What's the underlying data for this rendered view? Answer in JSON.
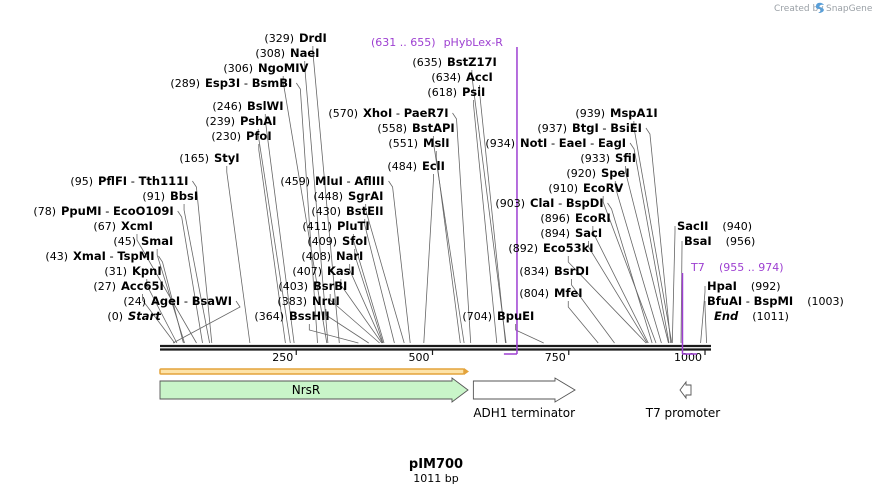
{
  "credit": {
    "text": "Created by",
    "brand": "SnapGene"
  },
  "plasmid": {
    "name": "pIM700",
    "length_label": "1011 bp",
    "length": 1011
  },
  "scale": {
    "ticks": [
      {
        "value": 250,
        "label": "250"
      },
      {
        "value": 500,
        "label": "500"
      },
      {
        "value": 750,
        "label": "750"
      },
      {
        "value": 1000,
        "label": "1000"
      }
    ]
  },
  "sites": [
    {
      "pos_label": "(0)",
      "name": "Start",
      "pos": 0,
      "italic": true
    },
    {
      "pos_label": "(24)",
      "name": "AgeI",
      "alt": "BsaWI",
      "pos": 24
    },
    {
      "pos_label": "(27)",
      "name": "Acc65I",
      "pos": 27
    },
    {
      "pos_label": "(31)",
      "name": "KpnI",
      "pos": 31
    },
    {
      "pos_label": "(43)",
      "name": "XmaI",
      "alt": "TspMI",
      "pos": 43
    },
    {
      "pos_label": "(45)",
      "name": "SmaI",
      "pos": 45
    },
    {
      "pos_label": "(67)",
      "name": "XcmI",
      "pos": 67
    },
    {
      "pos_label": "(78)",
      "name": "PpuMI",
      "alt": "EcoO109I",
      "pos": 78
    },
    {
      "pos_label": "(91)",
      "name": "BbsI",
      "pos": 91
    },
    {
      "pos_label": "(95)",
      "name": "PflFI",
      "alt": "Tth111I",
      "pos": 95
    },
    {
      "pos_label": "(165)",
      "name": "StyI",
      "pos": 165
    },
    {
      "pos_label": "(230)",
      "name": "PfoI",
      "pos": 230
    },
    {
      "pos_label": "(239)",
      "name": "PshAI",
      "pos": 239
    },
    {
      "pos_label": "(246)",
      "name": "BslWI",
      "pos": 246
    },
    {
      "pos_label": "(289)",
      "name": "Esp3I",
      "alt": "BsmBI",
      "pos": 289
    },
    {
      "pos_label": "(306)",
      "name": "NgoMIV",
      "pos": 306
    },
    {
      "pos_label": "(308)",
      "name": "NaeI",
      "pos": 308
    },
    {
      "pos_label": "(329)",
      "name": "DrdI",
      "pos": 329
    },
    {
      "pos_label": "(364)",
      "name": "BssHII",
      "pos": 364
    },
    {
      "pos_label": "(383)",
      "name": "NruI",
      "pos": 383
    },
    {
      "pos_label": "(403)",
      "name": "BsrBI",
      "pos": 403
    },
    {
      "pos_label": "(407)",
      "name": "KasI",
      "pos": 407
    },
    {
      "pos_label": "(408)",
      "name": "NarI",
      "pos": 408
    },
    {
      "pos_label": "(409)",
      "name": "SfoI",
      "pos": 409
    },
    {
      "pos_label": "(411)",
      "name": "PluTI",
      "pos": 411
    },
    {
      "pos_label": "(430)",
      "name": "BstEII",
      "pos": 430
    },
    {
      "pos_label": "(448)",
      "name": "SgrAI",
      "pos": 448
    },
    {
      "pos_label": "(459)",
      "name": "MluI",
      "alt": "AflIII",
      "pos": 459
    },
    {
      "pos_label": "(484)",
      "name": "EclI",
      "pos": 484
    },
    {
      "pos_label": "(551)",
      "name": "MslI",
      "pos": 551
    },
    {
      "pos_label": "(558)",
      "name": "BstAPI",
      "pos": 558
    },
    {
      "pos_label": "(570)",
      "name": "XhoI",
      "alt": "PaeR7I",
      "pos": 570
    },
    {
      "pos_label": "(618)",
      "name": "PsiI",
      "pos": 618
    },
    {
      "pos_label": "(634)",
      "name": "AccI",
      "pos": 634
    },
    {
      "pos_label": "(635)",
      "name": "BstZ17I",
      "pos": 635
    },
    {
      "pos_label": "(704)",
      "name": "BpuEI",
      "pos": 704
    },
    {
      "pos_label": "(804)",
      "name": "MfeI",
      "pos": 804
    },
    {
      "pos_label": "(834)",
      "name": "BsrDI",
      "pos": 834
    },
    {
      "pos_label": "(892)",
      "name": "Eco53kI",
      "pos": 892
    },
    {
      "pos_label": "(894)",
      "name": "SacI",
      "pos": 894
    },
    {
      "pos_label": "(896)",
      "name": "EcoRI",
      "pos": 896
    },
    {
      "pos_label": "(903)",
      "name": "ClaI",
      "alt": "BspDI",
      "pos": 903
    },
    {
      "pos_label": "(910)",
      "name": "EcoRV",
      "pos": 910
    },
    {
      "pos_label": "(920)",
      "name": "SpeI",
      "pos": 920
    },
    {
      "pos_label": "(933)",
      "name": "SfiI",
      "pos": 933
    },
    {
      "pos_label": "(934)",
      "name": "NotI",
      "alt": "EaeI",
      "alt2": "EagI",
      "pos": 934
    },
    {
      "pos_label": "(937)",
      "name": "BtgI",
      "alt": "BsiEI",
      "pos": 937
    },
    {
      "pos_label": "(939)",
      "name": "MspA1I",
      "pos": 939
    },
    {
      "pos_label": "(940)",
      "name": "SacII",
      "pos": 940
    },
    {
      "pos_label": "(956)",
      "name": "BsaI",
      "pos": 956
    },
    {
      "pos_label": "(992)",
      "name": "HpaI",
      "pos": 992
    },
    {
      "pos_label": "(1003)",
      "name": "BfuAI",
      "alt": "BspMI",
      "pos": 1003
    },
    {
      "pos_label": "(1011)",
      "name": "End",
      "pos": 1011,
      "italic": true
    }
  ],
  "primers": [
    {
      "name": "pHybLex-R",
      "range_label": "(631 .. 655)",
      "start": 631,
      "end": 655
    },
    {
      "name": "T7",
      "range_label": "(955 .. 974)",
      "start": 955,
      "end": 974
    }
  ],
  "features": [
    {
      "name": "NrsR",
      "start": 0,
      "end": 567,
      "color": "#c9f5c9",
      "direction": "forward",
      "label_inside": true
    },
    {
      "name": "ADH1 terminator",
      "start": 575,
      "end": 763,
      "color": "#ffffff",
      "direction": "forward",
      "label_inside": false
    },
    {
      "name": "T7 promoter",
      "start": 955,
      "end": 974,
      "color": "#ffffff",
      "direction": "reverse",
      "label_inside": false
    }
  ],
  "colors": {
    "primer": "#9d3fd1",
    "orf": "#e3a33b",
    "orf_fill": "#fde3a8",
    "backbone": "#1a1a1a",
    "leader": "#666666",
    "credit": "#9aa0a6",
    "snapgene_icon": "#5a9fd8"
  }
}
